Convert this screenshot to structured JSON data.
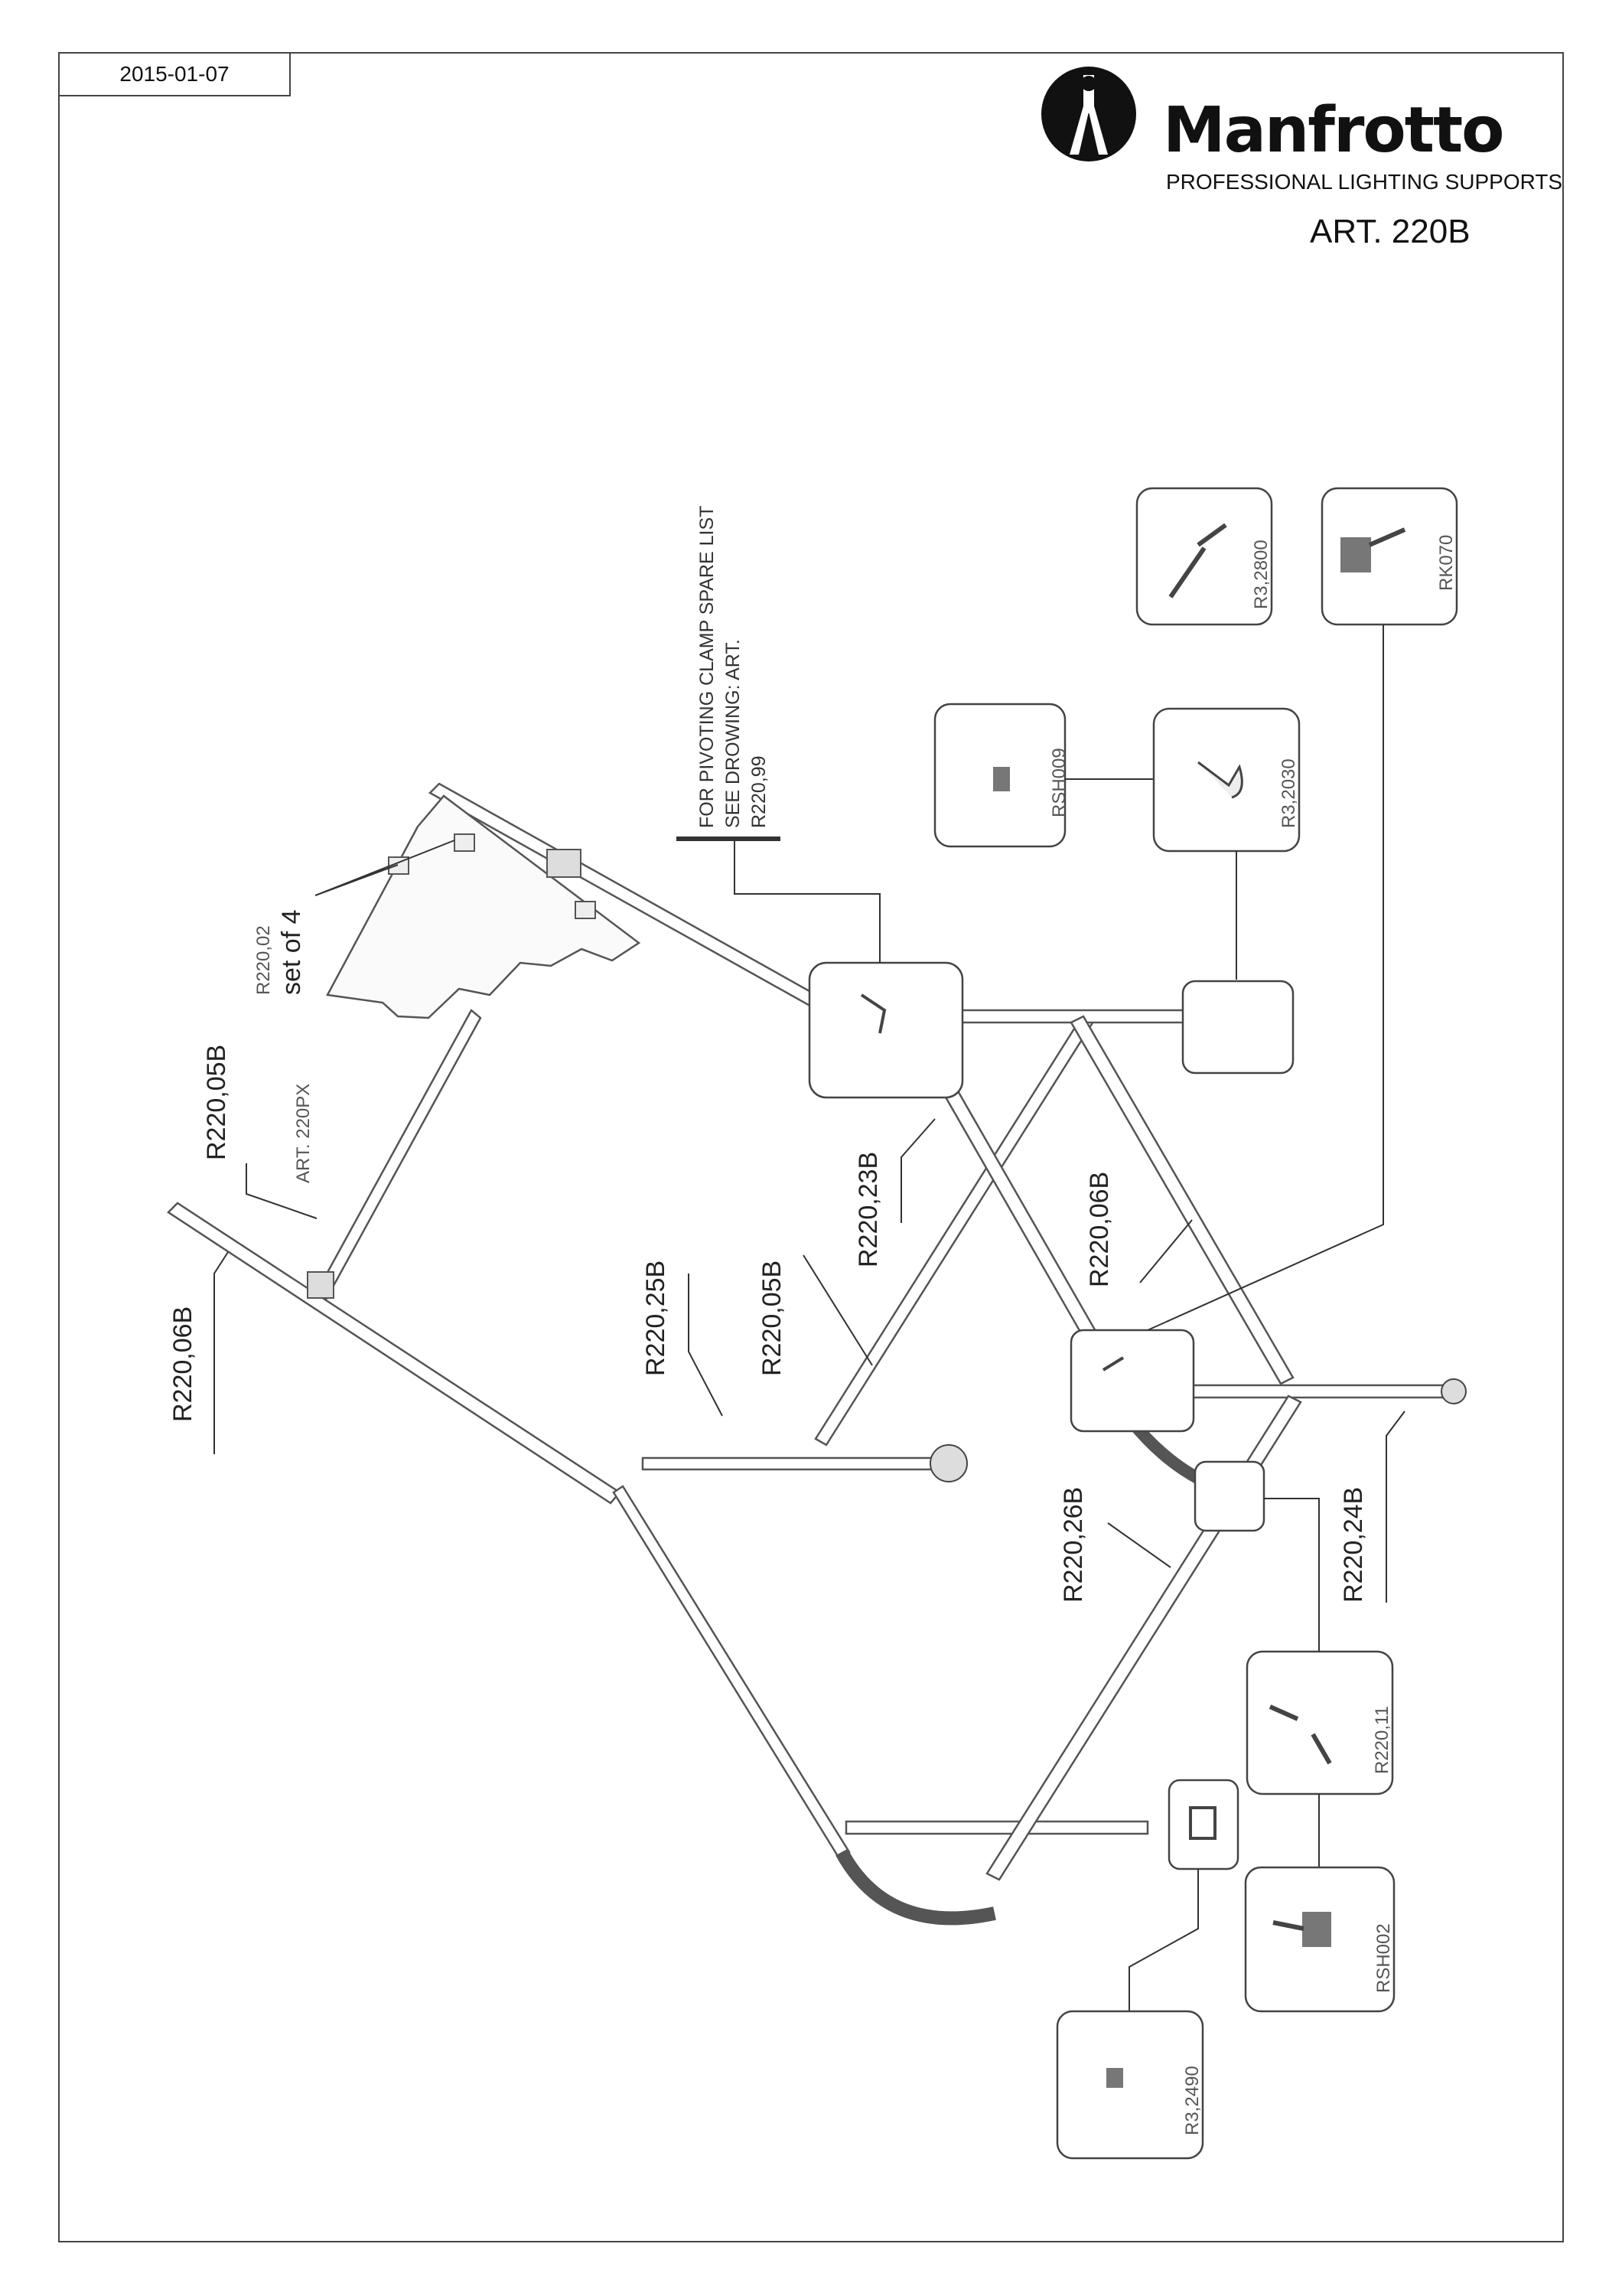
{
  "header": {
    "date": "2015-01-07",
    "brand": "Manfrotto",
    "tagline": "PROFESSIONAL LIGHTING SUPPORTS",
    "article": "ART. 220B"
  },
  "diagram": {
    "note": {
      "line1": "FOR PIVOTING CLAMP SPARE LIST",
      "line2": "SEE DROWING: ART.",
      "line3": "R220,99"
    },
    "labels": {
      "r220_06b_left": "R220,06B",
      "r220_05b_top": "R220,05B",
      "art_220px": "ART. 220PX",
      "r220_02": "R220,02",
      "set_of_4": "set of 4",
      "r220_25b": "R220,25B",
      "r220_05b_mid": "R220,05B",
      "r220_23b": "R220,23B",
      "r220_06b_right": "R220,06B",
      "r220_26b": "R220,26B",
      "r220_24b": "R220,24B"
    },
    "parts": {
      "rsh009": "RSH009",
      "r3_2030": "R3,2030",
      "r3_2800": "R3,2800",
      "rk070": "RK070",
      "r220_11": "R220,11",
      "rsh002": "RSH002",
      "r3_2490": "R3,2490"
    }
  }
}
